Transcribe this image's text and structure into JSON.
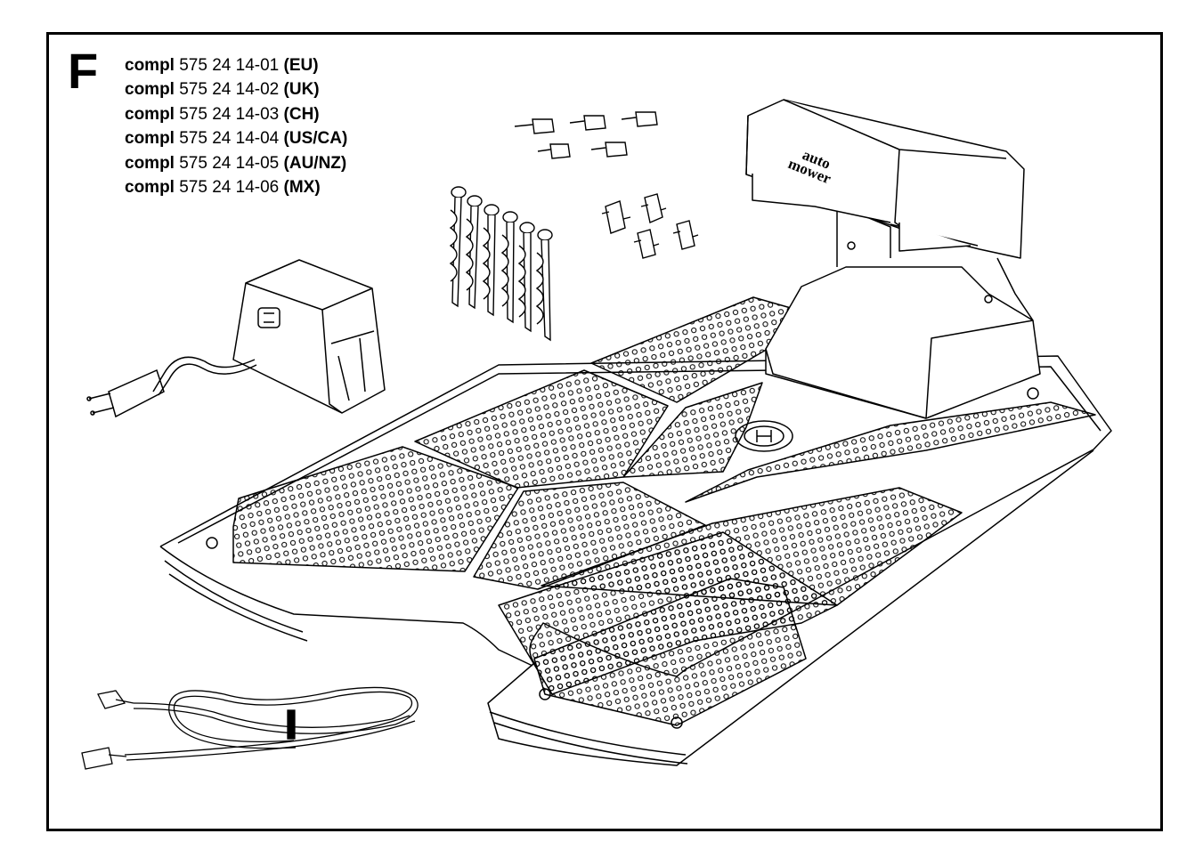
{
  "section": {
    "letter": "F"
  },
  "parts": [
    {
      "keyword": "compl",
      "number": "575 24 14-01",
      "region": "(EU)"
    },
    {
      "keyword": "compl",
      "number": "575 24 14-02",
      "region": "(UK)"
    },
    {
      "keyword": "compl",
      "number": "575 24 14-03",
      "region": "(CH)"
    },
    {
      "keyword": "compl",
      "number": "575 24 14-04",
      "region": "(US/CA)"
    },
    {
      "keyword": "compl",
      "number": "575 24 14-05",
      "region": "(AU/NZ)"
    },
    {
      "keyword": "compl",
      "number": "575 24 14-06",
      "region": "(MX)"
    }
  ],
  "hood_logo": {
    "line1": "auto",
    "line2": "mower"
  },
  "colors": {
    "ink": "#000000",
    "paper": "#ffffff"
  }
}
